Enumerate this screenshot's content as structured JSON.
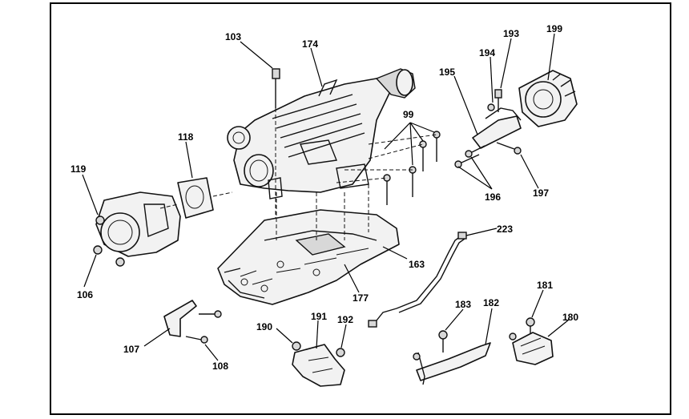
{
  "labels": {
    "l103": "103",
    "l174": "174",
    "l193": "193",
    "l199": "199",
    "l194": "194",
    "l195": "195",
    "l99": "99",
    "l118": "118",
    "l119": "119",
    "l196": "196",
    "l197": "197",
    "l106": "106",
    "l223": "223",
    "l163": "163",
    "l177": "177",
    "l181": "181",
    "l183": "183",
    "l182": "182",
    "l180": "180",
    "l190": "190",
    "l191": "191",
    "l192": "192",
    "l107": "107",
    "l108": "108"
  }
}
